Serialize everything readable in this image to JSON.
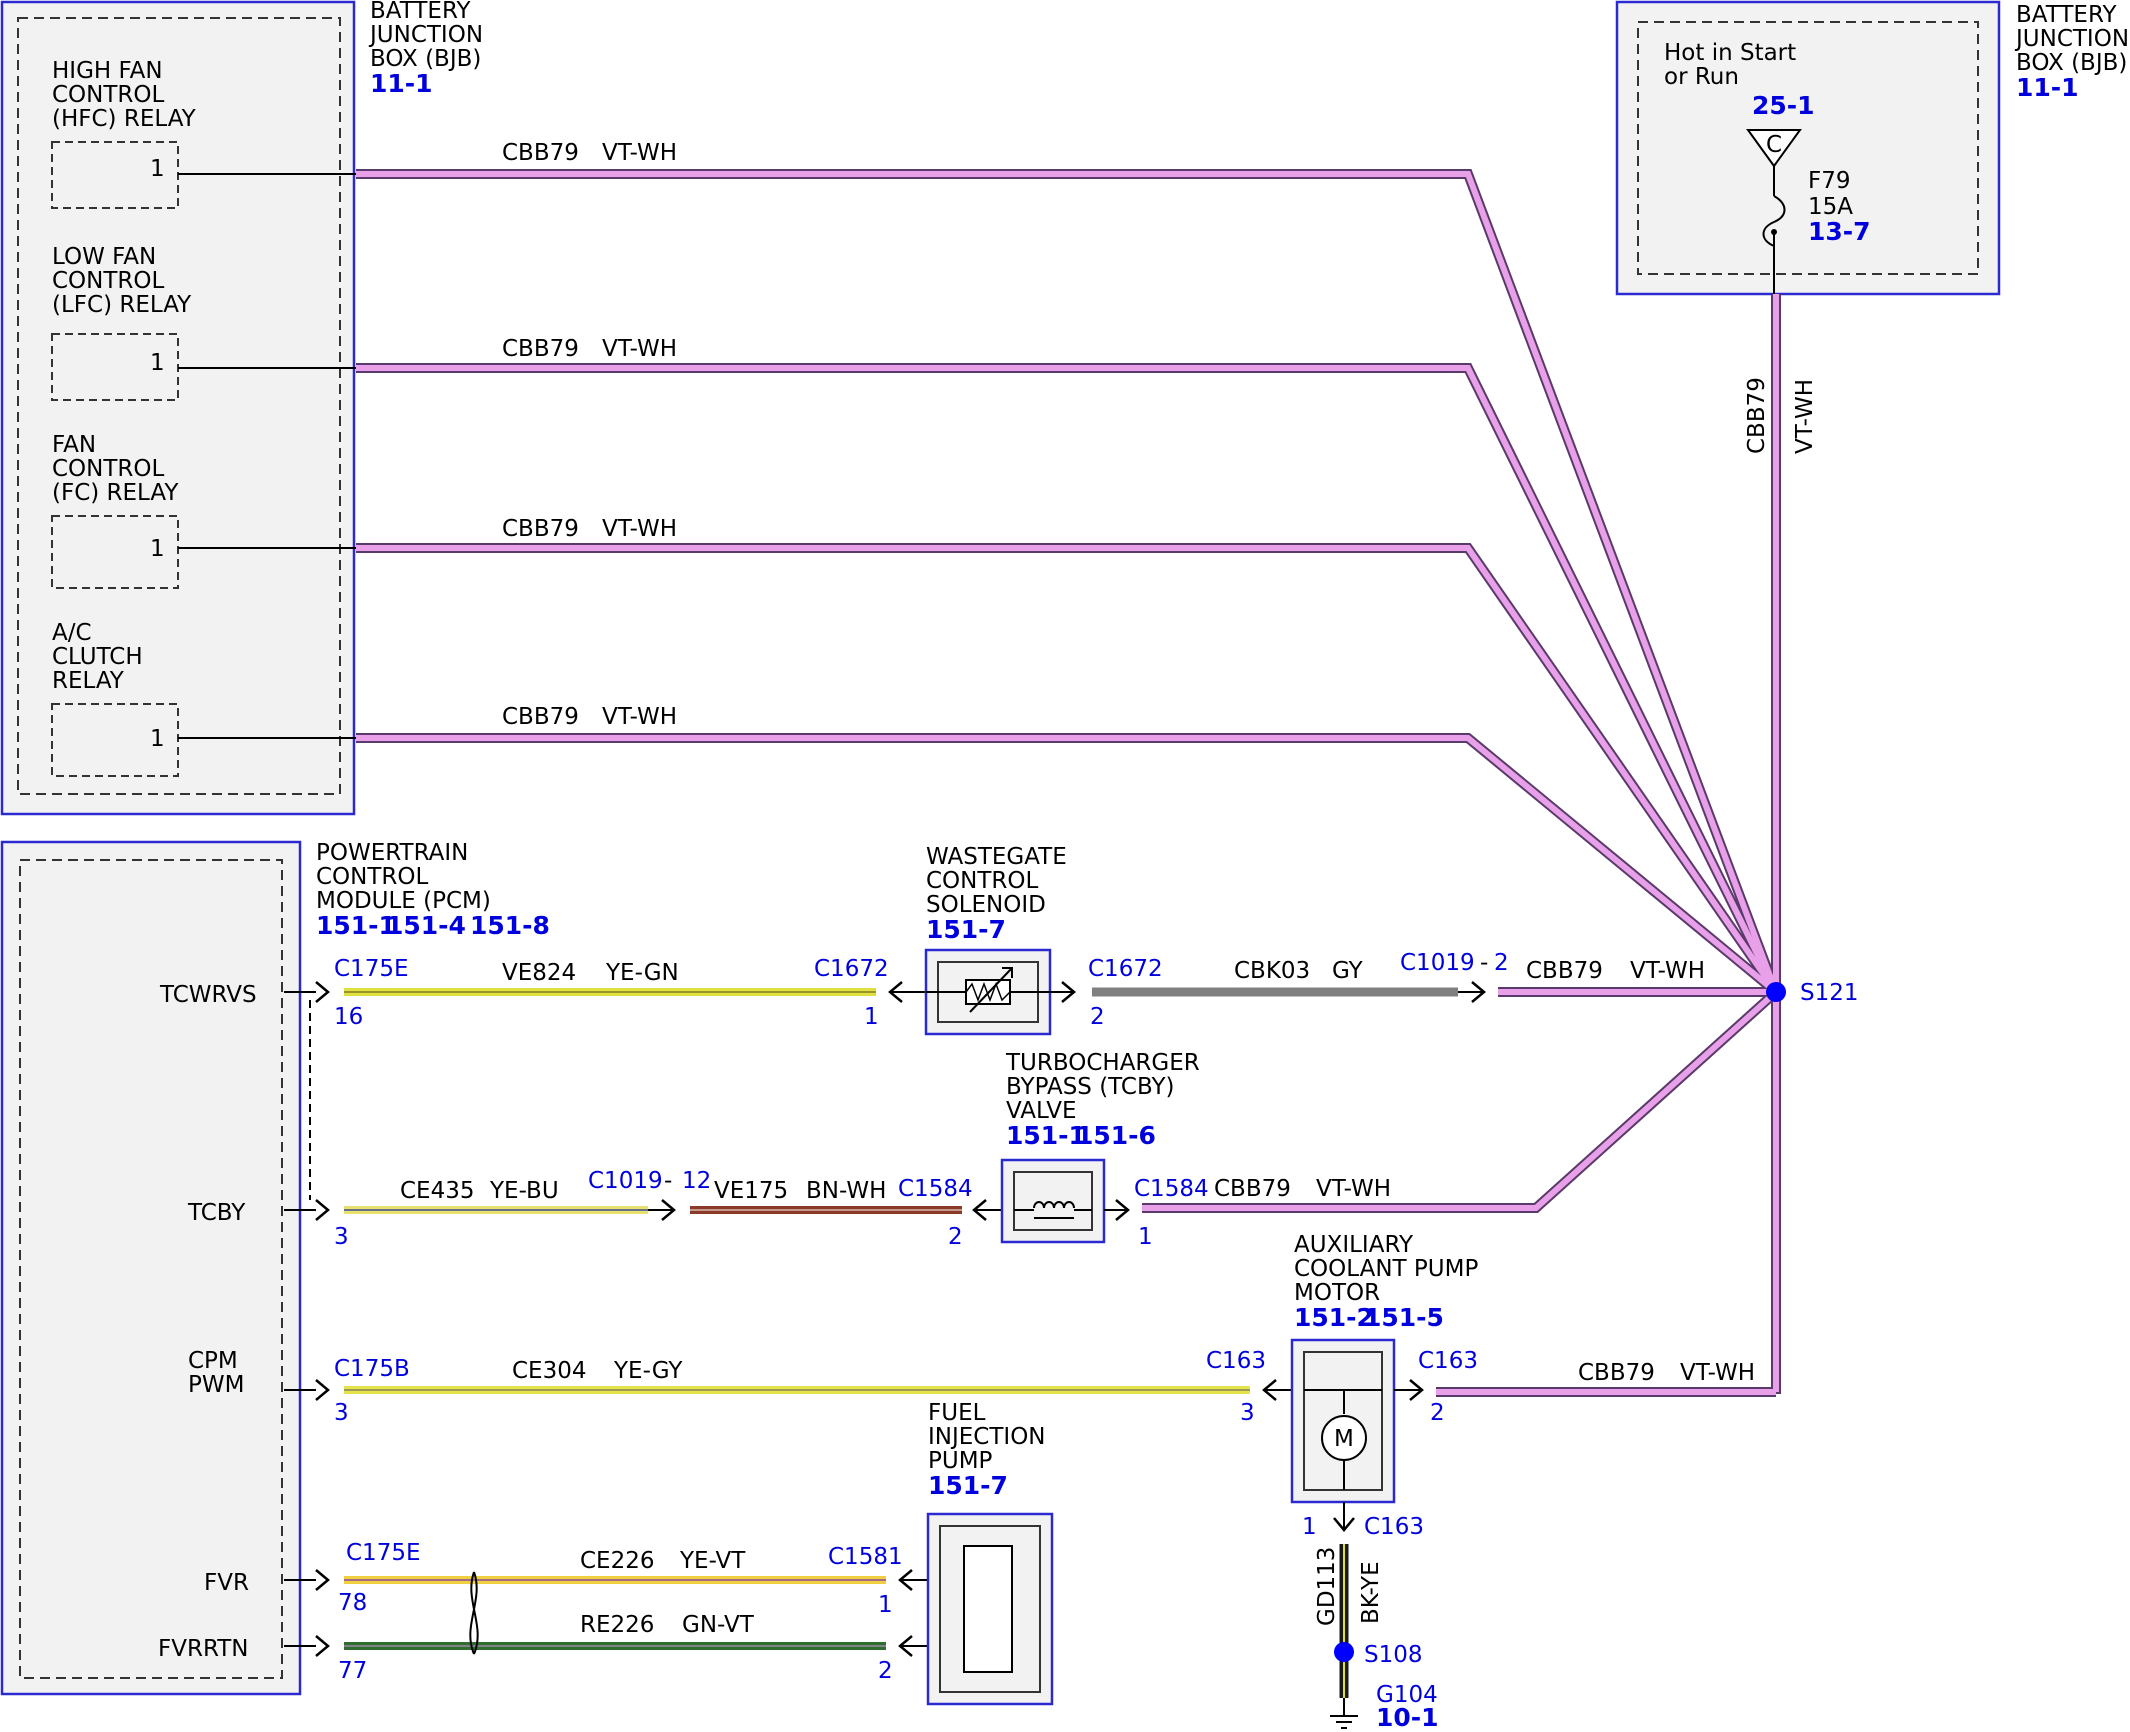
{
  "colors": {
    "box_border": "#2a2ad0",
    "box_fill": "#f2f2f2",
    "ref_blue": "#0000dd",
    "vt_wh": "#e8a0e8",
    "ye_gn": "#e0e040",
    "gy": "#808080",
    "ye_bu": "#e8e070",
    "bn_wh": "#8b3a2a",
    "ye_gy": "#e6e24a",
    "ye_vt": "#f0d040",
    "gn_vt": "#2f6e2f",
    "bk_ye": "#1a1a1a"
  },
  "bjb_left": {
    "title": [
      "BATTERY",
      "JUNCTION",
      "BOX (BJB)"
    ],
    "ref": "11-1",
    "relays": [
      {
        "name": [
          "HIGH FAN",
          "CONTROL",
          "(HFC) RELAY"
        ],
        "pin": "1"
      },
      {
        "name": [
          "LOW FAN",
          "CONTROL",
          "(LFC) RELAY"
        ],
        "pin": "1"
      },
      {
        "name": [
          "FAN",
          "CONTROL",
          "(FC) RELAY"
        ],
        "pin": "1"
      },
      {
        "name": [
          "A/C",
          "CLUTCH",
          "RELAY"
        ],
        "pin": "1"
      }
    ]
  },
  "bjb_right": {
    "title": [
      "BATTERY",
      "JUNCTION",
      "BOX (BJB)"
    ],
    "ref": "11-1",
    "hot_label": [
      "Hot in Start",
      "or Run"
    ],
    "hot_ref": "25-1",
    "bus": "C",
    "fuse_name": "F79",
    "fuse_rating": "15A",
    "fuse_ref": "13-7"
  },
  "relay_wires": [
    {
      "circuit": "CBB79",
      "color": "VT-WH"
    },
    {
      "circuit": "CBB79",
      "color": "VT-WH"
    },
    {
      "circuit": "CBB79",
      "color": "VT-WH"
    },
    {
      "circuit": "CBB79",
      "color": "VT-WH"
    }
  ],
  "vertical_wire": {
    "circuit": "CBB79",
    "color": "VT-WH"
  },
  "splices": {
    "s121": "S121",
    "s108": "S108"
  },
  "pcm": {
    "title": [
      "POWERTRAIN",
      "CONTROL",
      "MODULE (PCM)"
    ],
    "refs": [
      "151-1",
      "151-4",
      "151-8"
    ],
    "pins": [
      "TCWRVS",
      "TCBY",
      "CPM",
      "PWM",
      "FVR",
      "FVRRTN"
    ]
  },
  "wastegate": {
    "title": [
      "WASTEGATE",
      "CONTROL",
      "SOLENOID"
    ],
    "ref": "151-7",
    "left_conn": "C1672",
    "left_pin": "1",
    "right_conn": "C1672",
    "right_pin": "2"
  },
  "tcby_valve": {
    "title": [
      "TURBOCHARGER",
      "BYPASS (TCBY)",
      "VALVE"
    ],
    "refs": [
      "151-1",
      "151-6"
    ],
    "left_conn": "C1584",
    "left_pin": "2",
    "right_conn": "C1584",
    "right_pin": "1"
  },
  "coolant_pump": {
    "title": [
      "AUXILIARY",
      "COOLANT PUMP",
      "MOTOR"
    ],
    "refs": [
      "151-2",
      "151-5"
    ],
    "left_conn": "C163",
    "left_pin": "3",
    "right_conn": "C163",
    "right_pin": "2",
    "bottom_conn": "C163",
    "bottom_pin": "1",
    "motor_symbol": "M"
  },
  "fuel_pump": {
    "title": [
      "FUEL",
      "INJECTION",
      "PUMP"
    ],
    "ref": "151-7",
    "conn": "C1581",
    "pin_top": "1",
    "pin_bottom": "2"
  },
  "row1": {
    "pcm_conn": "C175E",
    "pcm_pin": "16",
    "w1_circuit": "VE824",
    "w1_color": "YE-GN",
    "w2_circuit": "CBK03",
    "w2_color": "GY",
    "inline_conn": "C1019",
    "inline_pin": "2",
    "w3_circuit": "CBB79",
    "w3_color": "VT-WH"
  },
  "row2": {
    "pcm_pin": "3",
    "w1_circuit": "CE435",
    "w1_color": "YE-BU",
    "inline_conn": "C1019",
    "inline_pin": "12",
    "w2_circuit": "VE175",
    "w2_color": "BN-WH",
    "w3_circuit": "CBB79",
    "w3_color": "VT-WH"
  },
  "row3": {
    "pcm_conn": "C175B",
    "pcm_pin": "3",
    "w1_circuit": "CE304",
    "w1_color": "YE-GY",
    "w2_circuit": "CBB79",
    "w2_color": "VT-WH"
  },
  "row4": {
    "pcm_conn": "C175E",
    "pin_fvr": "78",
    "pin_fvrrtn": "77",
    "w1_circuit": "CE226",
    "w1_color": "YE-VT",
    "w2_circuit": "RE226",
    "w2_color": "GN-VT"
  },
  "ground": {
    "circuit": "GD113",
    "color": "BK-YE",
    "ground_name": "G104",
    "ground_ref": "10-1"
  }
}
